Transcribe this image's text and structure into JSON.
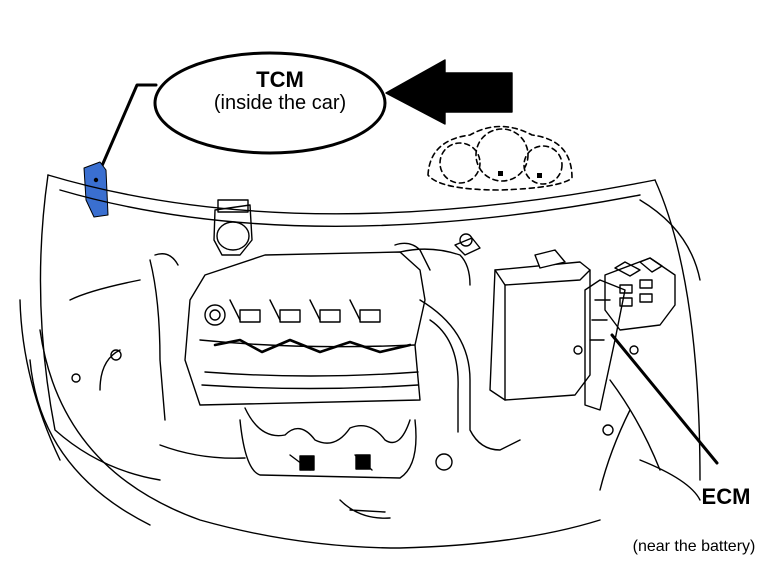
{
  "callouts": {
    "tcm": {
      "title": "TCM",
      "subtitle": "(inside the car)"
    },
    "ecm": {
      "title": "ECM",
      "subtitle": "(near the battery)"
    }
  },
  "colors": {
    "line": "#000000",
    "tcm_module": "#3a6fd0",
    "background": "#ffffff"
  }
}
